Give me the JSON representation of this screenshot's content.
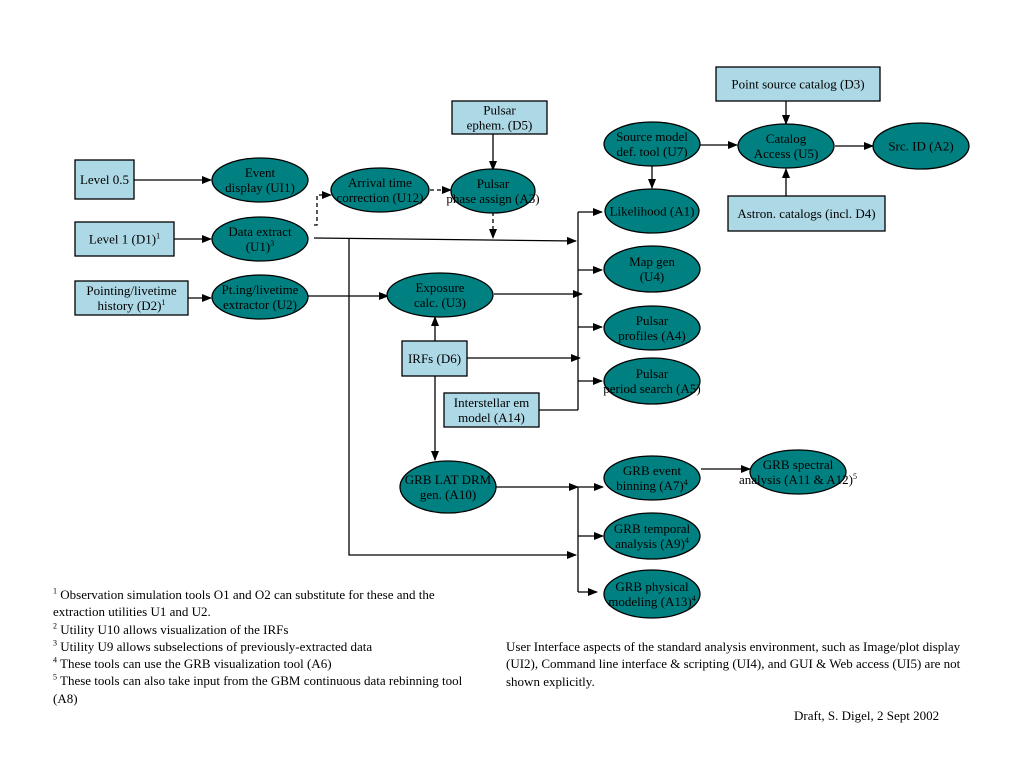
{
  "colors": {
    "ellipse_fill": "#008080",
    "box_fill": "#add8e6",
    "stroke": "#000000"
  },
  "nodes": {
    "level05": {
      "lines": [
        "Level 0.5"
      ]
    },
    "level1": {
      "lines": [
        "Level 1 (D1)"
      ],
      "sup": "1"
    },
    "pointing": {
      "lines": [
        "Pointing/livetime",
        "history (D2)"
      ],
      "sup": "1"
    },
    "event_display": {
      "lines": [
        "Event",
        "display (UI1)"
      ]
    },
    "data_extract": {
      "lines": [
        "Data extract",
        "(U1)"
      ],
      "sup": "3"
    },
    "ptng": {
      "lines": [
        "Pt.ing/livetime",
        "extractor (U2)"
      ]
    },
    "arrival": {
      "lines": [
        "Arrival time",
        "correction (U12)"
      ]
    },
    "pulsar_ephem": {
      "lines": [
        "Pulsar",
        "ephem. (D5)"
      ]
    },
    "pulsar_phase": {
      "lines": [
        "Pulsar",
        "phase assign (A3)"
      ]
    },
    "exposure": {
      "lines": [
        "Exposure",
        "calc. (U3)"
      ]
    },
    "irfs": {
      "lines": [
        "IRFs (D6)"
      ]
    },
    "interstellar": {
      "lines": [
        "Interstellar em",
        "model (A14)"
      ]
    },
    "grb_drm": {
      "lines": [
        "GRB LAT DRM",
        "gen. (A10)"
      ]
    },
    "source_model": {
      "lines": [
        "Source model",
        "def. tool (U7)"
      ]
    },
    "likelihood": {
      "lines": [
        "Likelihood (A1)"
      ]
    },
    "map_gen": {
      "lines": [
        "Map gen",
        "(U4)"
      ]
    },
    "pulsar_profiles": {
      "lines": [
        "Pulsar",
        "profiles (A4)"
      ]
    },
    "pulsar_period": {
      "lines": [
        "Pulsar",
        "period search (A5)"
      ]
    },
    "grb_binning": {
      "lines": [
        "GRB event",
        "binning (A7)"
      ],
      "sup": "4"
    },
    "grb_temporal": {
      "lines": [
        "GRB temporal",
        "analysis (A9)"
      ],
      "sup": "4"
    },
    "grb_physical": {
      "lines": [
        "GRB physical",
        "modeling (A13)"
      ],
      "sup": "4"
    },
    "grb_spectral": {
      "lines": [
        "GRB spectral",
        "analysis (A11 & A12)"
      ],
      "sup": "5"
    },
    "point_source": {
      "lines": [
        "Point source catalog (D3)"
      ]
    },
    "catalog_access": {
      "lines": [
        "Catalog",
        "Access (U5)"
      ]
    },
    "src_id": {
      "lines": [
        "Src. ID (A2)"
      ]
    },
    "astron": {
      "lines": [
        "Astron. catalogs (incl. D4)"
      ]
    }
  },
  "footnotes": [
    {
      "num": "1",
      "text": "Observation simulation tools O1 and O2 can substitute for these and the extraction utilities U1 and U2."
    },
    {
      "num": "2",
      "text": "Utility U10 allows visualization of the IRFs"
    },
    {
      "num": "3",
      "text": "Utility U9 allows subselections of previously-extracted data"
    },
    {
      "num": "4",
      "text": "These tools can use the GRB visualization tool (A6)"
    },
    {
      "num": "5",
      "text": "These tools can also take input from the GBM continuous data rebinning tool (A8)"
    }
  ],
  "ui_note": "User Interface aspects of the standard analysis environment, such as Image/plot display (UI2), Command line interface & scripting (UI4), and GUI & Web access (UI5) are not shown explicitly.",
  "draft": "Draft, S. Digel, 2 Sept 2002"
}
